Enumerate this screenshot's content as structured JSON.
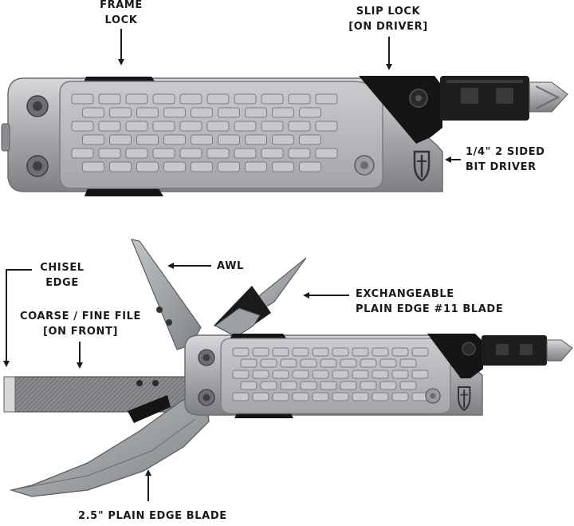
{
  "labels": {
    "frame_lock": [
      "FRAME",
      "LOCK"
    ],
    "slip_lock": [
      "SLIP LOCK",
      "[ON DRIVER]"
    ],
    "bit_driver": [
      "1/4\" 2 SIDED",
      "BIT DRIVER"
    ],
    "chisel_edge": [
      "CHISEL",
      "EDGE"
    ],
    "awl": "AWL",
    "exchangeable_blade": [
      "EXCHANGEABLE",
      "PLAIN EDGE #11 BLADE"
    ],
    "file": [
      "COARSE / FINE FILE",
      "[ON FRONT]"
    ],
    "plain_blade": "2.5\" PLAIN EDGE BLADE"
  },
  "icons": {
    "brand_logo": "gerber-shield-logo-icon"
  },
  "colors": {
    "label_text": "#1a1a1a",
    "arrow": "#1a1a1a",
    "frame": "#9a9ca0",
    "plate": "#b9bbbe",
    "blade": "#9fa3a7",
    "lock_black": "#151515"
  }
}
